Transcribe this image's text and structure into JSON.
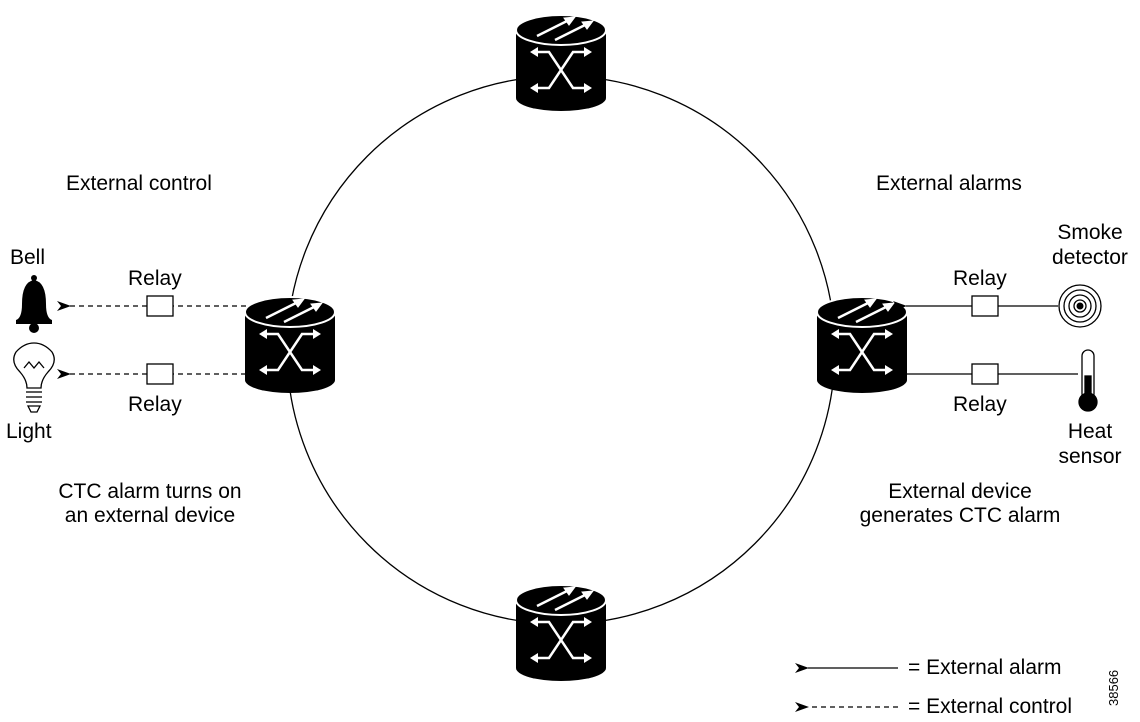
{
  "labels": {
    "external_control": "External control",
    "external_alarms": "External alarms",
    "bell": "Bell",
    "light": "Light",
    "smoke_detector_line1": "Smoke",
    "smoke_detector_line2": "detector",
    "heat_sensor_line1": "Heat",
    "heat_sensor_line2": "sensor",
    "relay": "Relay",
    "left_caption_line1": "CTC alarm turns on",
    "left_caption_line2": "an external device",
    "right_caption_line1": "External device",
    "right_caption_line2": "generates CTC alarm"
  },
  "legend": {
    "solid_label": "= External alarm",
    "dashed_label": "= External control"
  },
  "figure_id": "38566",
  "colors": {
    "ink": "#000000",
    "background": "#ffffff"
  }
}
